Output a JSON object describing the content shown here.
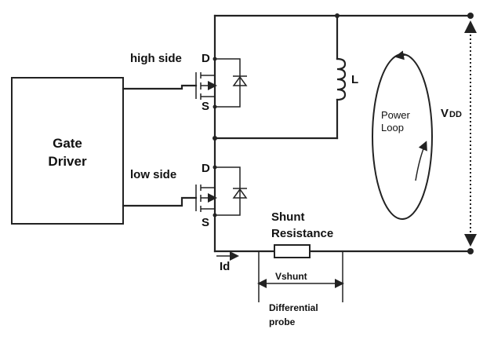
{
  "colors": {
    "ink": "#222222",
    "background": "#ffffff"
  },
  "labels": {
    "gate_driver_line1": "Gate",
    "gate_driver_line2": "Driver",
    "high_side": "high side",
    "low_side": "low side",
    "drain": "D",
    "source": "S",
    "inductor": "L",
    "power_loop_line1": "Power",
    "power_loop_line2": "Loop",
    "vdd_main": "V",
    "vdd_sub": "DD",
    "shunt_line1": "Shunt",
    "shunt_line2": "Resistance",
    "id": "Id",
    "vshunt": "Vshunt",
    "probe_line1": "Differential",
    "probe_line2": "probe"
  }
}
